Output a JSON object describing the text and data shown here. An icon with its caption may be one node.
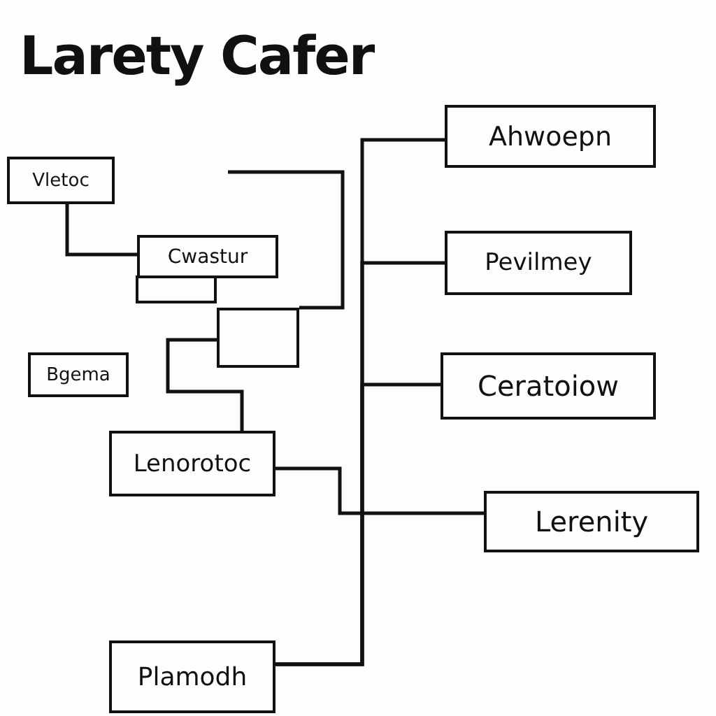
{
  "diagram": {
    "title": "Larety Cafer",
    "nodes": [
      {
        "text": [
          "Vletoc"
        ]
      },
      {
        "text": [
          "Cwastur"
        ]
      },
      {
        "text": [],
        "shape": "box"
      },
      {
        "text": [
          "Bgema"
        ]
      },
      {
        "text": [
          "Lenorotoc"
        ]
      },
      {
        "text": [
          "Plamodh"
        ]
      },
      {
        "text": [
          "Ahwoepn"
        ]
      },
      {
        "text": [
          "Pevilmey"
        ]
      },
      {
        "text": [
          "Ceratoiow"
        ]
      },
      {
        "text": [
          "Lerenity"
        ]
      }
    ],
    "edges": [
      {
        "from": 0,
        "to": 1,
        "arrow": "none"
      },
      {
        "from": null,
        "to": 2,
        "arrow": "none"
      },
      {
        "from": 2,
        "to": 4,
        "arrow": "none"
      },
      {
        "from": 4,
        "to": 9,
        "arrow": "none"
      },
      {
        "from": 5,
        "to": 6,
        "arrow": "none"
      },
      {
        "from": 5,
        "to": 7,
        "arrow": "none"
      },
      {
        "from": 5,
        "to": 8,
        "arrow": "none"
      }
    ]
  }
}
